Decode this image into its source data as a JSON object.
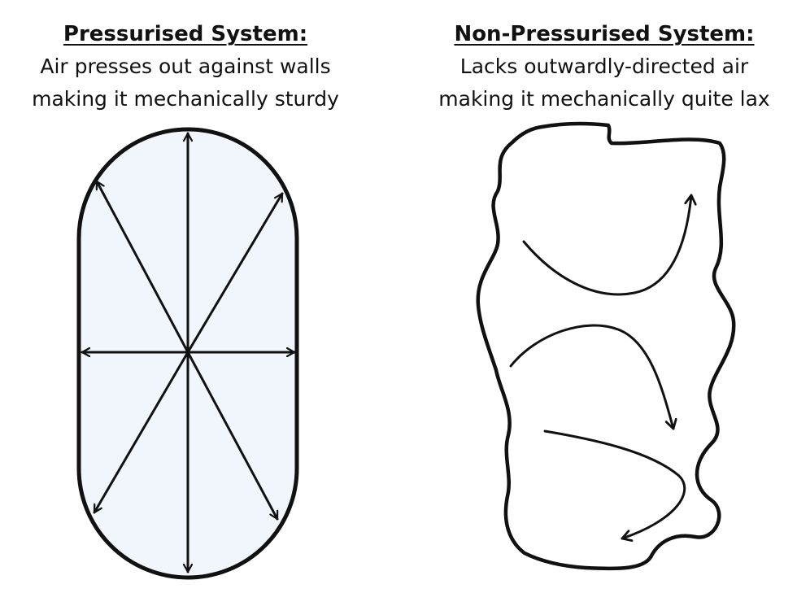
{
  "pressurised": {
    "heading": "Pressurised System:",
    "line1": "Air presses out against walls",
    "line2": "making it mechanically sturdy"
  },
  "non_pressurised": {
    "heading": "Non-Pressurised System:",
    "line1": "Lacks outwardly-directed air",
    "line2": "making it mechanically quite lax"
  },
  "colors": {
    "capsule_fill": "#f1f6fd",
    "stroke": "#111111"
  }
}
